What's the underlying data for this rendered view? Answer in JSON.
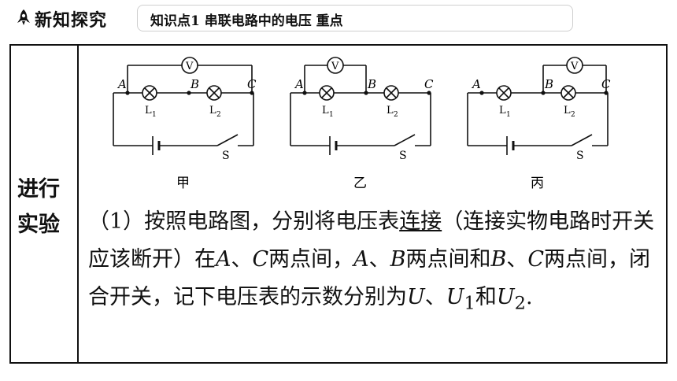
{
  "header": {
    "title": "新知探究",
    "tag": "知识点1  串联电路中的电压  重点"
  },
  "row": {
    "label_line1": "进行",
    "label_line2": "实验"
  },
  "figures": [
    {
      "caption": "甲"
    },
    {
      "caption": "乙"
    },
    {
      "caption": "丙"
    }
  ],
  "circuit_labels": {
    "a": "A",
    "b": "B",
    "c": "C",
    "voltmeter": "V",
    "l1": "L",
    "l1_sub": "1",
    "l2": "L",
    "l2_sub": "2",
    "switch": "S"
  },
  "text": {
    "p1": "（1）按照电路图，分别将电压表",
    "p1_underline": "连接",
    "p2": "（连接实物电路时开关应该断开）在",
    "v_A": "A",
    "sep1": "、",
    "v_C": "C",
    "p3": "两点间，",
    "v_A2": "A",
    "sep2": "、",
    "v_B": "B",
    "p4": "两点间和",
    "v_B2": "B",
    "sep3": "、",
    "v_C2": "C",
    "p5": "两点间，闭合开关，记下电压表的示数分别为",
    "U": "U",
    "sep4": "、",
    "U1": "U",
    "U1_sub": "1",
    "and": "和",
    "U2": "U",
    "U2_sub": "2",
    "end": "."
  }
}
